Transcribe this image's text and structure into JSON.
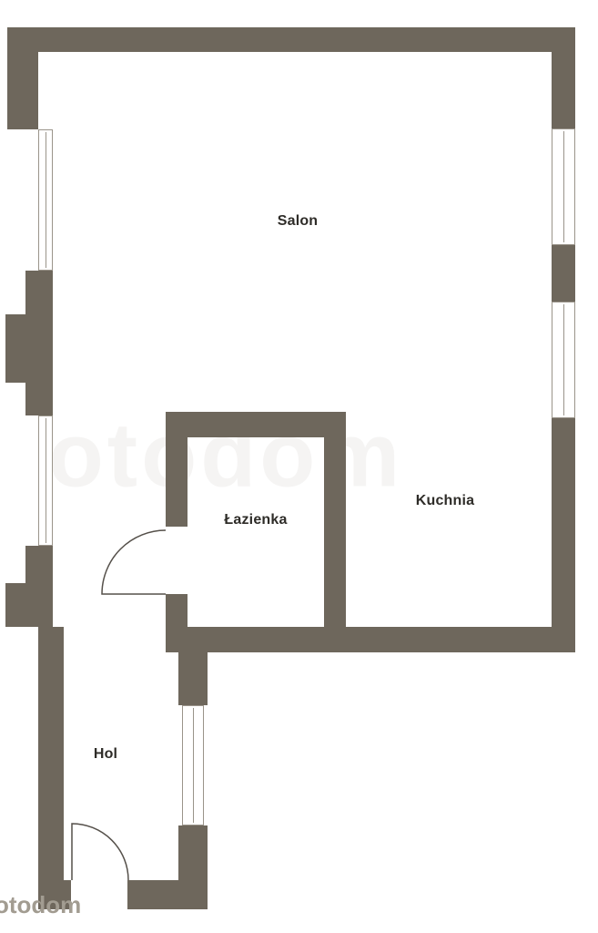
{
  "rooms": {
    "salon": {
      "label": "Salon"
    },
    "kuchnia": {
      "label": "Kuchnia"
    },
    "lazienka": {
      "label": "Łazienka"
    },
    "hol": {
      "label": "Hol"
    }
  },
  "watermark": {
    "center": "otodom",
    "corner": "otodom"
  },
  "colors": {
    "background": "#ffffff",
    "wall": "#6e675c",
    "window_frame": "#9a948a",
    "door_line": "#55504a",
    "label_text": "#2e2c28"
  }
}
